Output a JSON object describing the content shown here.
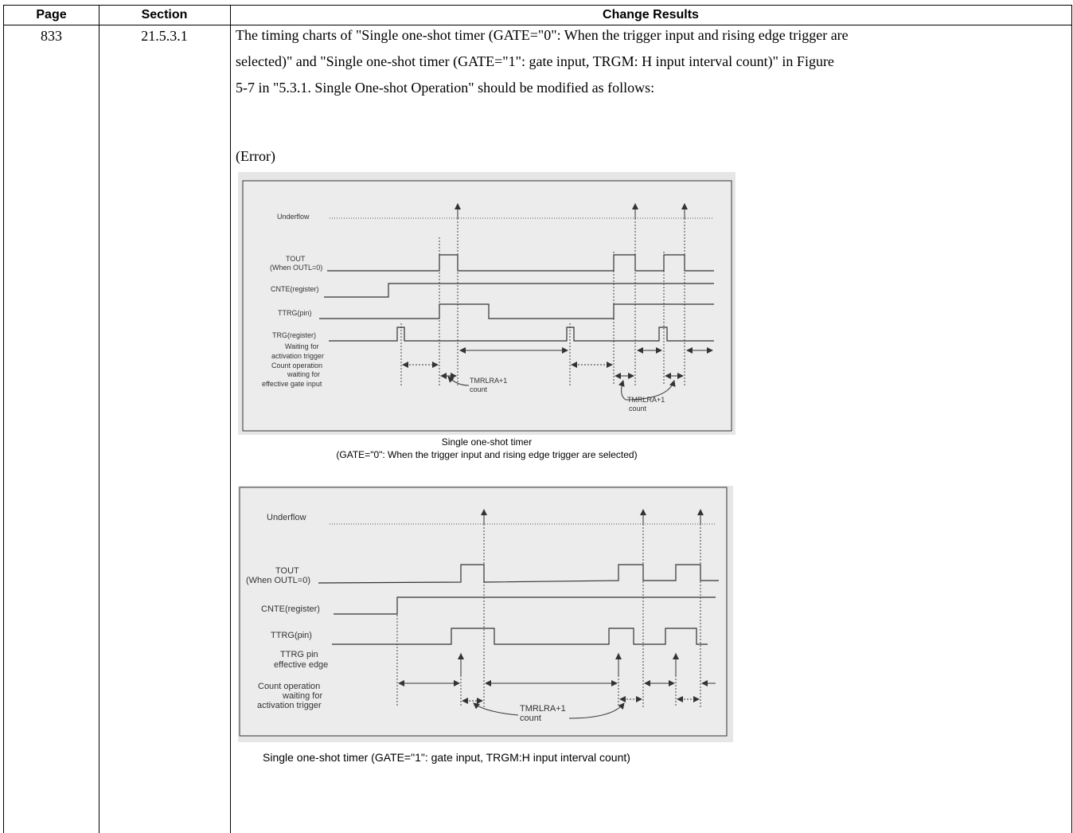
{
  "table": {
    "headers": {
      "page": "Page",
      "section": "Section",
      "results": "Change Results"
    },
    "row": {
      "page": "833",
      "section": "21.5.3.1",
      "paragraph_lines": [
        "The timing charts of \"Single one-shot timer (GATE=\"0\": When the trigger input and rising edge trigger are",
        "selected)\" and \"Single one-shot timer (GATE=\"1\": gate input, TRGM: H input interval count)\" in Figure",
        "5-7 in \"5.3.1. Single One-shot Operation\" should be modified as follows:"
      ],
      "error_label": "(Error)"
    }
  },
  "figure1": {
    "signals": {
      "underflow": "Underflow",
      "tout_1": "TOUT",
      "tout_2": "(When OUTL=0)",
      "cnte": "CNTE(register)",
      "ttrg": "TTRG(pin)",
      "trg": "TRG(register)",
      "wait_1": "Waiting for",
      "wait_2": "activation trigger",
      "count_1": "Count operation",
      "count_2": "waiting for",
      "count_3": "effective gate input"
    },
    "annotations": {
      "tmr_a": "TMRLRA+1",
      "count_a": "count",
      "tmr_b": "TMRLRA+1",
      "count_b": "count"
    },
    "caption_1": "Single one-shot timer",
    "caption_2": "(GATE=\"0\": When the trigger input and rising edge trigger are selected)"
  },
  "figure2": {
    "signals": {
      "underflow": "Underflow",
      "tout_1": "TOUT",
      "tout_2": "(When OUTL=0)",
      "cnte": "CNTE(register)",
      "ttrg": "TTRG(pin)",
      "edge_1": "TTRG pin",
      "edge_2": "effective edge",
      "count_1": "Count operation",
      "count_2": "waiting for",
      "count_3": "activation trigger"
    },
    "annotations": {
      "tmr": "TMRLRA+1",
      "count": "count"
    },
    "caption": "Single one-shot timer (GATE=\"1\": gate input, TRGM:H input interval count)"
  }
}
